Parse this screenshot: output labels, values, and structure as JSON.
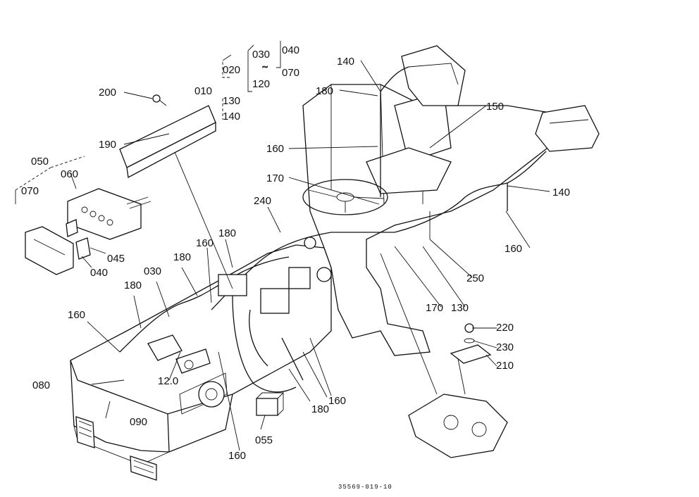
{
  "diagram": {
    "reference_code": "35569-019-10",
    "callouts": [
      {
        "id": "c200",
        "text": "200"
      },
      {
        "id": "c190",
        "text": "190"
      },
      {
        "id": "c050",
        "text": "050"
      },
      {
        "id": "c060",
        "text": "060"
      },
      {
        "id": "c070a",
        "text": "070"
      },
      {
        "id": "c045",
        "text": "045"
      },
      {
        "id": "c040a",
        "text": "040"
      },
      {
        "id": "c010",
        "text": "010"
      },
      {
        "id": "c020",
        "text": "020"
      },
      {
        "id": "c130a",
        "text": "130"
      },
      {
        "id": "c140a",
        "text": "140"
      },
      {
        "id": "c030a",
        "text": "030"
      },
      {
        "id": "c120a",
        "text": "120"
      },
      {
        "id": "c040b",
        "text": "040"
      },
      {
        "id": "c070b",
        "text": "070"
      },
      {
        "id": "c140b",
        "text": "140"
      },
      {
        "id": "c180a",
        "text": "180"
      },
      {
        "id": "c150",
        "text": "150"
      },
      {
        "id": "c160a",
        "text": "160"
      },
      {
        "id": "c170a",
        "text": "170"
      },
      {
        "id": "c140c",
        "text": "140"
      },
      {
        "id": "c240",
        "text": "240"
      },
      {
        "id": "c180b",
        "text": "180"
      },
      {
        "id": "c160b",
        "text": "160"
      },
      {
        "id": "c160c",
        "text": "160"
      },
      {
        "id": "c180c",
        "text": "180"
      },
      {
        "id": "c030b",
        "text": "030"
      },
      {
        "id": "c180d",
        "text": "180"
      },
      {
        "id": "c250",
        "text": "250"
      },
      {
        "id": "c170b",
        "text": "170"
      },
      {
        "id": "c130b",
        "text": "130"
      },
      {
        "id": "c160d",
        "text": "160"
      },
      {
        "id": "c220",
        "text": "220"
      },
      {
        "id": "c230",
        "text": "230"
      },
      {
        "id": "c210",
        "text": "210"
      },
      {
        "id": "c080",
        "text": "080"
      },
      {
        "id": "c120b",
        "text": "12.0"
      },
      {
        "id": "c090",
        "text": "090"
      },
      {
        "id": "c180e",
        "text": "180"
      },
      {
        "id": "c160e",
        "text": "160"
      },
      {
        "id": "c055",
        "text": "055"
      },
      {
        "id": "c160f",
        "text": "160"
      }
    ]
  }
}
